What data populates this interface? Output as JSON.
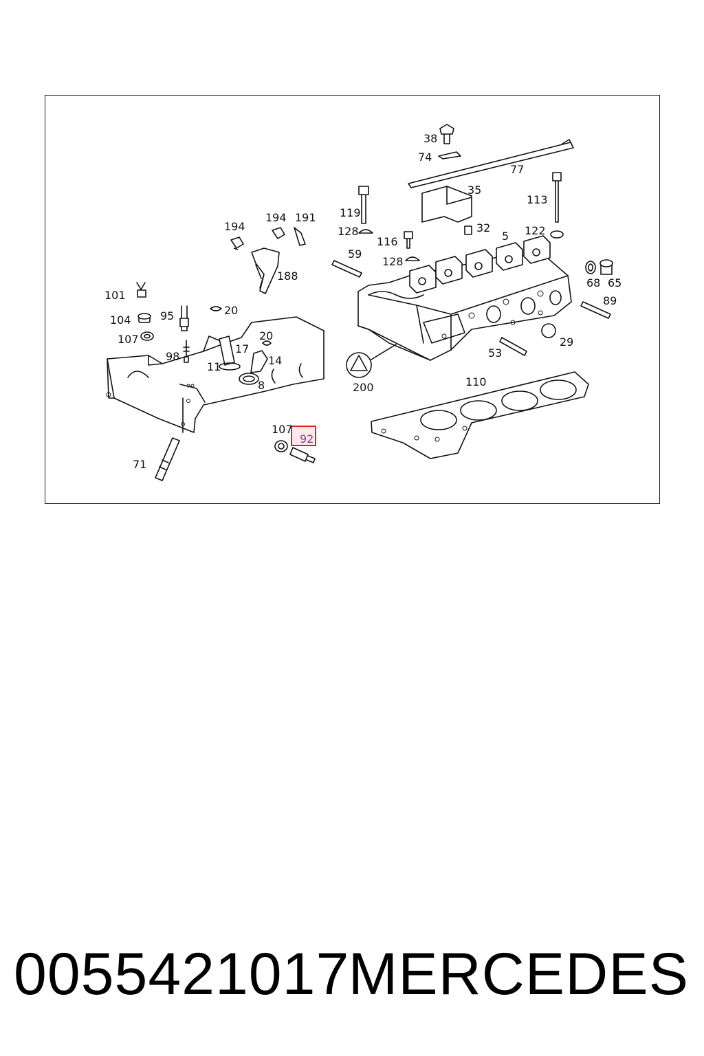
{
  "diagram": {
    "callouts": {
      "c38": "38",
      "c74": "74",
      "c77": "77",
      "c35": "35",
      "c113": "113",
      "c119": "119",
      "c128a": "128",
      "c32": "32",
      "c122": "122",
      "c194a": "194",
      "c191": "191",
      "c194b": "194",
      "c116": "116",
      "c5": "5",
      "c59": "59",
      "c128b": "128",
      "c188": "188",
      "c68": "68",
      "c65": "65",
      "c101": "101",
      "c20a": "20",
      "c89": "89",
      "c104": "104",
      "c95": "95",
      "c107a": "107",
      "c20b": "20",
      "c17": "17",
      "c98": "98",
      "c14": "14",
      "c11": "11",
      "c8": "8",
      "c29": "29",
      "c53": "53",
      "c200": "200",
      "c110": "110",
      "c107b": "107",
      "c92": "92",
      "c71": "71"
    },
    "highlighted_callout": "92",
    "highlight_color": "#e02020"
  },
  "footer": {
    "part_number": "0055421017",
    "brand": "MERCEDES"
  }
}
